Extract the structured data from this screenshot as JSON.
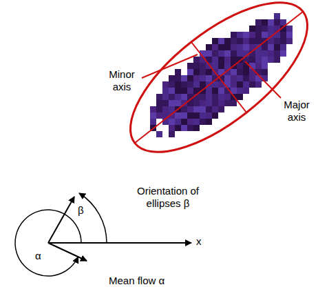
{
  "diagram": {
    "labels": [
      "Minor axis",
      "Major axis",
      "Orientation of ellipses β",
      "β",
      "α",
      "x",
      "Mean flow α"
    ]
  }
}
